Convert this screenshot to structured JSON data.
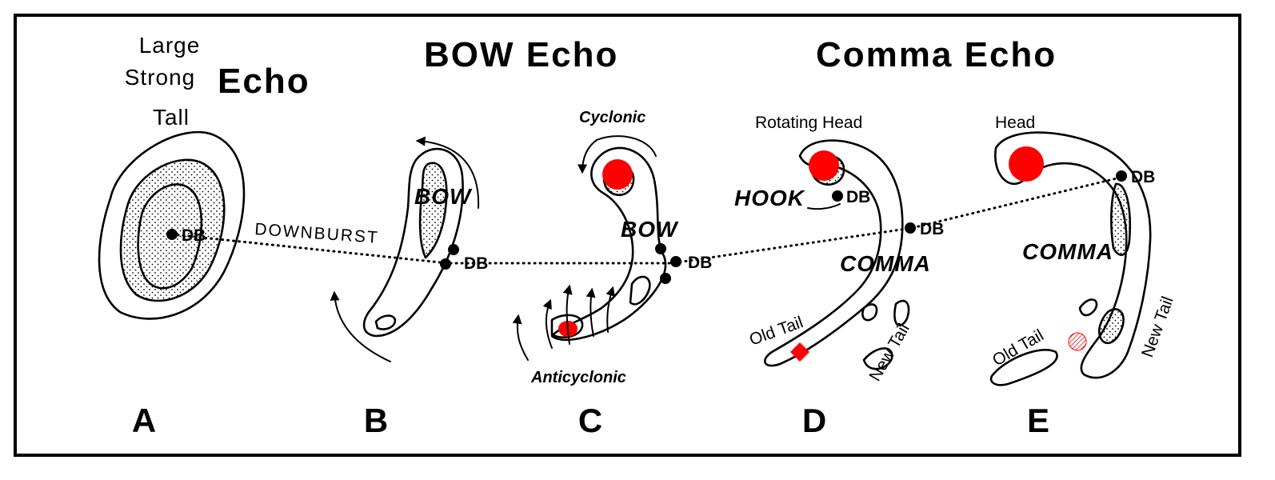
{
  "titles": {
    "large": [
      "Large",
      "Strong",
      "Tall"
    ],
    "large_echo": "Echo",
    "bow_echo": "BOW  Echo",
    "comma_echo": "Comma  Echo"
  },
  "labels": {
    "db": "DB",
    "downburst": "DOWNBURST",
    "bow": "BOW",
    "cyclonic": "Cyclonic",
    "anticyclonic": "Anticyclonic",
    "rotating_head": "Rotating Head",
    "hook": "HOOK",
    "comma": "COMMA",
    "old_tail": "Old  Tail",
    "new_tail": "New Tail",
    "head": "Head"
  },
  "stages": [
    "A",
    "B",
    "C",
    "D",
    "E"
  ],
  "colors": {
    "ink": "#000000",
    "highlight": "#ff0000",
    "background": "#ffffff"
  }
}
